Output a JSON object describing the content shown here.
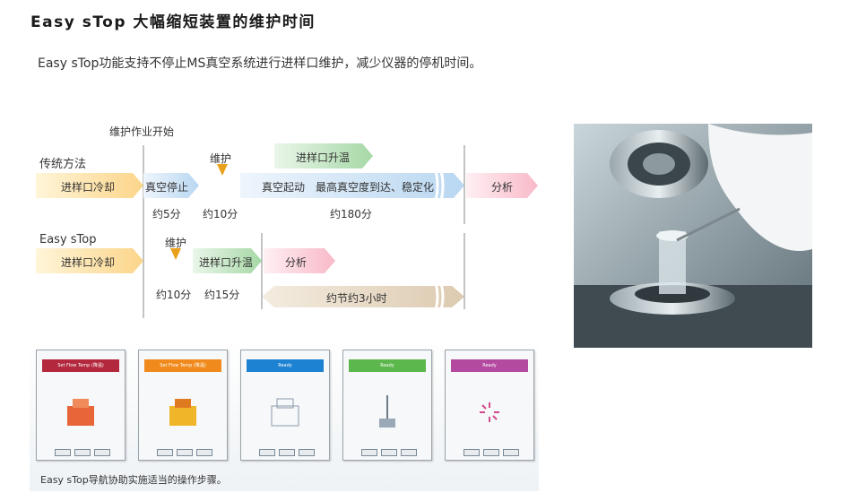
{
  "header": {
    "title": "Easy sTop 大幅缩短装置的维护时间",
    "subtitle": "Easy sTop功能支持不停止MS真空系统进行进样口维护，减少仪器的停机时间。"
  },
  "diagram": {
    "start_label": "维护作业开始",
    "traditional": {
      "label": "传统方法",
      "steps": [
        "进样口冷却",
        "真空停止",
        "维护",
        "真空起动　最高真空度到达、稳定化",
        "分析"
      ],
      "heating": "进样口升温",
      "durations": [
        "约5分",
        "约10分",
        "约180分"
      ]
    },
    "easy": {
      "label": "Easy sTop",
      "steps": [
        "进样口冷却",
        "维护",
        "进样口升温",
        "分析"
      ],
      "durations": [
        "约10分",
        "约15分"
      ],
      "saving": "约节约3小时"
    }
  },
  "photo": {
    "alt_icon": "instrument-maintenance-photo"
  },
  "screens": [
    {
      "title": "Set Flow Temp (降温)",
      "color": "#b3283c",
      "icon": "orange-block"
    },
    {
      "title": "Set Flow Temp (降温)",
      "color": "#f08a1c",
      "icon": "yellow-block"
    },
    {
      "title": "Ready",
      "color": "#1e82d2",
      "icon": "outline-block"
    },
    {
      "title": "Ready",
      "color": "#5cb84c",
      "icon": "probe"
    },
    {
      "title": "Ready",
      "color": "#b34aa0",
      "icon": "spinner"
    }
  ],
  "caption": "Easy sTop导航协助实施适当的操作步骤。"
}
